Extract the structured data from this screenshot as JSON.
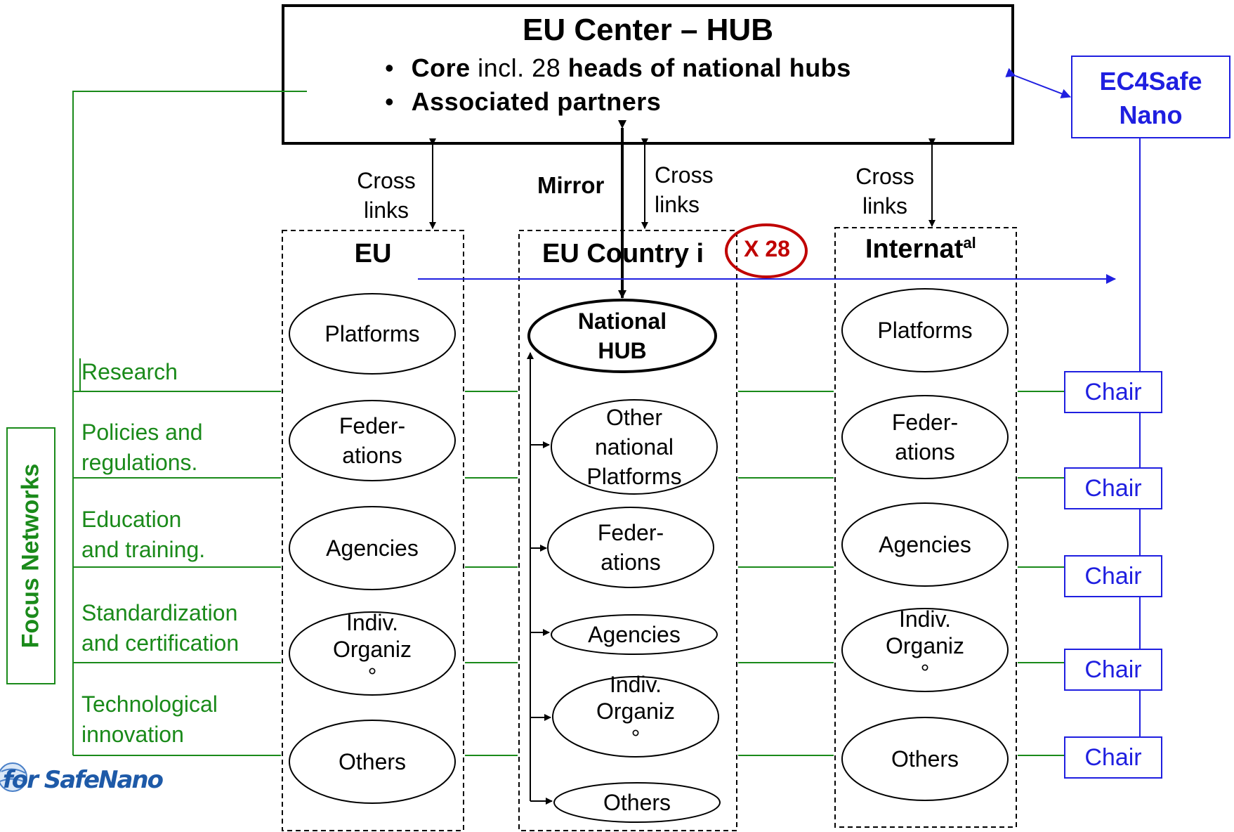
{
  "hub": {
    "title": "EU Center – HUB",
    "line1_bold_a": "Core",
    "line1_regular": " incl. 28 ",
    "line1_bold_b": "heads of national hubs",
    "line2": "Associated  partners",
    "bullet": "•"
  },
  "ec4safe": {
    "line1": "EC4Safe",
    "line2": "Nano"
  },
  "links": {
    "cross_a_1": "Cross",
    "cross_a_2": "links",
    "mirror": "Mirror",
    "cross_b_1": "Cross",
    "cross_b_2": "links",
    "cross_c_1": "Cross",
    "cross_c_2": "links"
  },
  "columns": {
    "eu": {
      "title": "EU",
      "items": [
        "Platforms",
        "Feder-\nations",
        "Agencies",
        "Indiv.\nOrganiz\n°",
        "Others"
      ]
    },
    "country": {
      "title": "EU Country i",
      "multiplier": "X 28",
      "hub": "National\nHUB",
      "items": [
        "Other\nnational\nPlatforms",
        "Feder-\nations",
        "Agencies",
        "Indiv.\nOrganiz\n°",
        "Others"
      ]
    },
    "intl": {
      "title": "Internat",
      "title_sup": "al",
      "items": [
        "Platforms",
        "Feder-\nations",
        "Agencies",
        "Indiv.\nOrganiz\n°",
        "Others"
      ]
    }
  },
  "focus": {
    "label": "Focus Networks",
    "networks": [
      "Research",
      "Policies and\nregulations.",
      "Education\nand training.",
      "Standardization\nand certification",
      "Technological\ninnovation"
    ]
  },
  "chairs": [
    "Chair",
    "Chair",
    "Chair",
    "Chair",
    "Chair"
  ],
  "logo": {
    "text": "for SafeNano"
  },
  "colors": {
    "green": "#1a8a1a",
    "blue": "#1f1fe0",
    "red": "#c00000",
    "black": "#000000"
  }
}
